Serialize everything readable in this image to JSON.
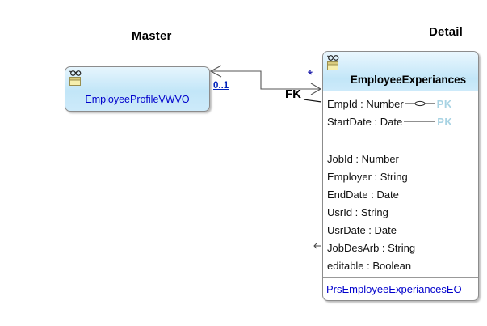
{
  "diagram": {
    "master_zone_label": "Master",
    "detail_zone_label": "Detail",
    "relationship": {
      "fk_label": "FK",
      "master_multiplicity": "0..1",
      "detail_multiplicity": "*"
    }
  },
  "master_entity": {
    "view_link": "EmployeeProfileVWVO"
  },
  "detail_entity": {
    "title": "EmployeeExperiances",
    "pk_rows": [
      {
        "label": "EmpId : Number",
        "pk": "PK"
      },
      {
        "label": "StartDate : Date",
        "pk": "PK"
      }
    ],
    "fields": [
      "JobId : Number",
      "Employer : String",
      "EndDate : Date",
      "UsrId : String",
      "UsrDate : Date",
      "JobDesArb : String",
      "editable : Boolean"
    ],
    "entity_link": "PrsEmployeeExperiancesEO"
  },
  "colors": {
    "entity_fill_top": "#e6f5fd",
    "entity_fill_bottom": "#c2e6f8",
    "entity_border": "#8c8c8c",
    "link_blue": "#0000cc",
    "pk_text": "#a8d3e3",
    "connector": "#555555",
    "multiplicity_blue": "#2b2bb0"
  }
}
